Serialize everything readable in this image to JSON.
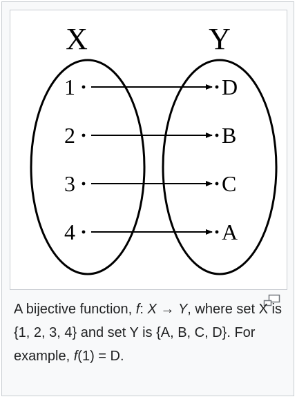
{
  "diagram": {
    "set_x_label": "X",
    "set_y_label": "Y",
    "mappings": [
      {
        "from": "1",
        "to": "D"
      },
      {
        "from": "2",
        "to": "B"
      },
      {
        "from": "3",
        "to": "C"
      },
      {
        "from": "4",
        "to": "A"
      }
    ]
  },
  "caption": {
    "text_before_f": "A bijective function, ",
    "f": "f",
    "colon": ": ",
    "x_var": "X",
    "arrow": " → ",
    "y_var": "Y",
    "mid_text": ", where set X is {1, 2, 3, 4} and set Y is {A, B, C, D}. For example, ",
    "f2": "f",
    "tail_text": "(1) = D."
  },
  "icons": {
    "magnify": "magnify-icon"
  }
}
